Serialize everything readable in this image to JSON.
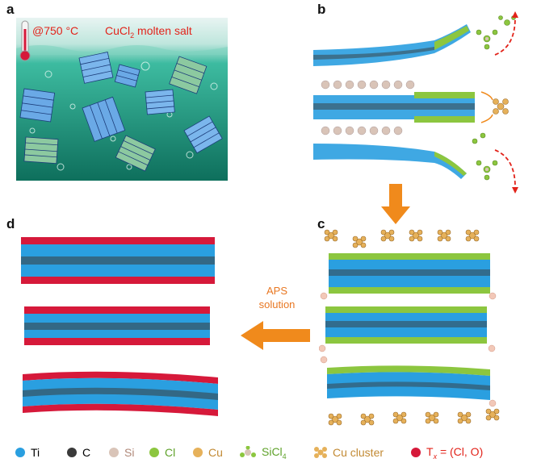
{
  "panels": {
    "a": "a",
    "b": "b",
    "c": "c",
    "d": "d"
  },
  "panel_a": {
    "temperature": "@750 °C",
    "salt": "CuCl",
    "salt_sub": "2",
    "salt_rest": " molten salt"
  },
  "process": {
    "line1": "APS",
    "line2": "solution"
  },
  "legend": {
    "ti": "Ti",
    "c": "C",
    "si": "Si",
    "cl": "Cl",
    "cu": "Cu",
    "sicl4": "SiCl",
    "sicl4_sub": "4",
    "cu_cluster": "Cu cluster",
    "tx_main": "T",
    "tx_sub": "x",
    "tx_rest": " = (Cl, O)"
  },
  "colors": {
    "ti": "#2a9fe0",
    "c": "#3a3a3a",
    "si": "#d9c4b8",
    "cl": "#8cc63f",
    "cu": "#e6b15a",
    "tx": "#d6193a",
    "salt_bg": "#1f9e86",
    "arrow_orange": "#f08a1c",
    "red_text": "#e2231a",
    "dashed_red": "#e2231a"
  }
}
